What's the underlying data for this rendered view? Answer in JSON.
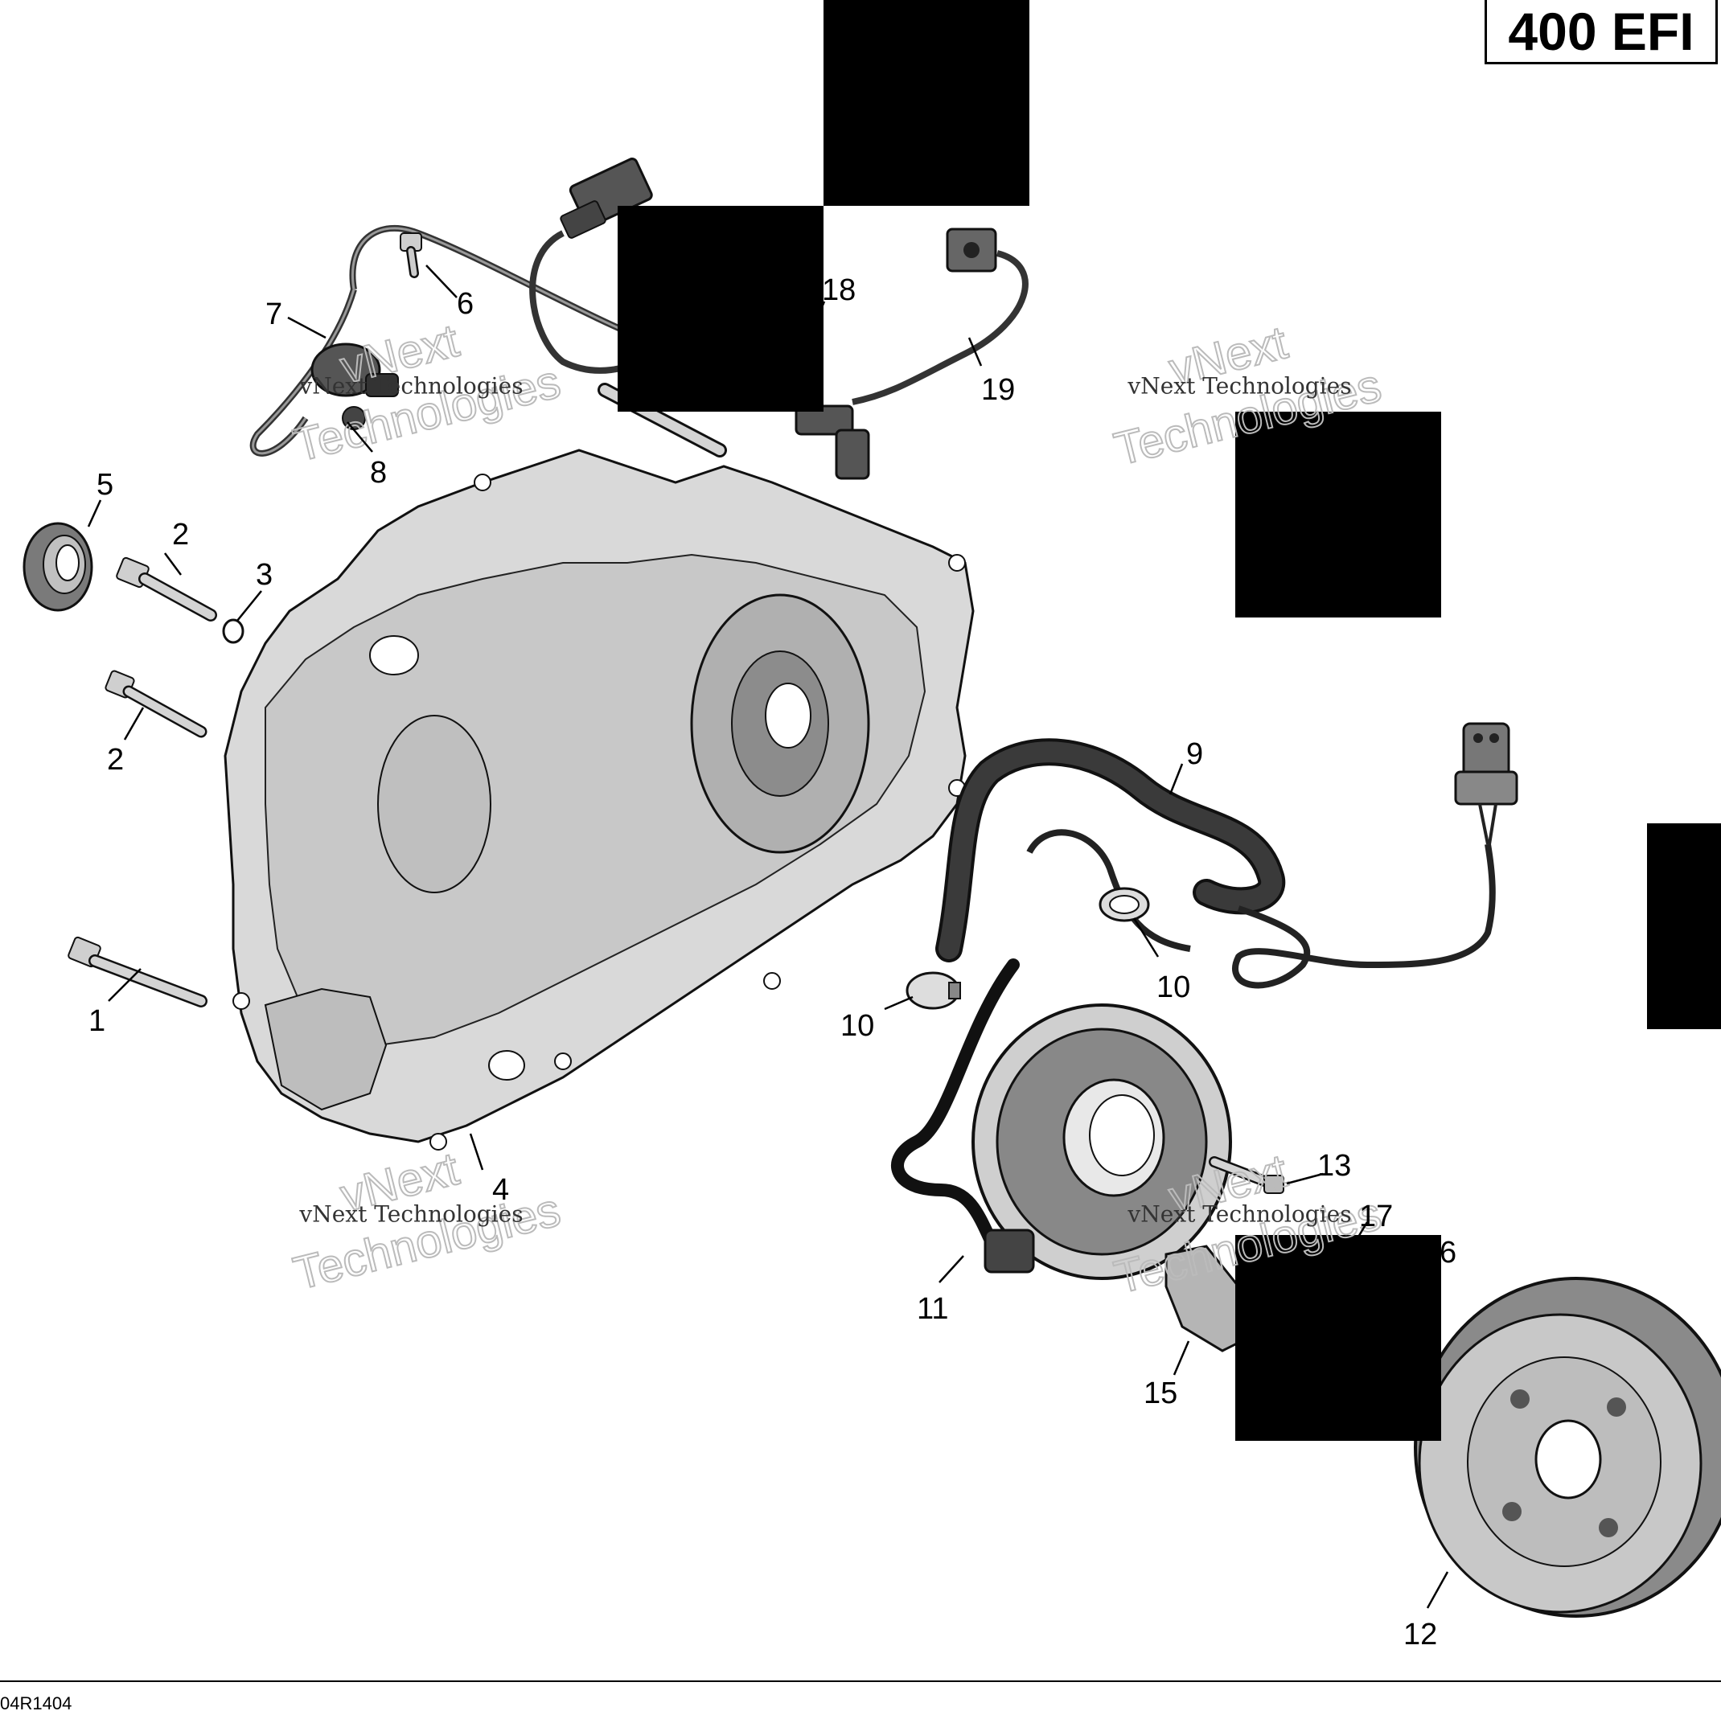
{
  "model_label": "400 EFI",
  "reference_code": "04R1404",
  "watermark": {
    "line1": "vNext",
    "line2": "Technologies",
    "caption": "vNext Technologies"
  },
  "callouts": [
    {
      "id": "c1",
      "text": "1"
    },
    {
      "id": "c2a",
      "text": "2"
    },
    {
      "id": "c2b",
      "text": "2"
    },
    {
      "id": "c3",
      "text": "3"
    },
    {
      "id": "c4",
      "text": "4"
    },
    {
      "id": "c5",
      "text": "5"
    },
    {
      "id": "c6",
      "text": "6"
    },
    {
      "id": "c7",
      "text": "7"
    },
    {
      "id": "c8",
      "text": "8"
    },
    {
      "id": "c9",
      "text": "9"
    },
    {
      "id": "c10a",
      "text": "10"
    },
    {
      "id": "c10b",
      "text": "10"
    },
    {
      "id": "c11",
      "text": "11"
    },
    {
      "id": "c12",
      "text": "12"
    },
    {
      "id": "c13",
      "text": "13"
    },
    {
      "id": "c15",
      "text": "15"
    },
    {
      "id": "c16",
      "text": "6"
    },
    {
      "id": "c17",
      "text": "17"
    },
    {
      "id": "c18",
      "text": "18"
    },
    {
      "id": "c19",
      "text": "19"
    }
  ]
}
